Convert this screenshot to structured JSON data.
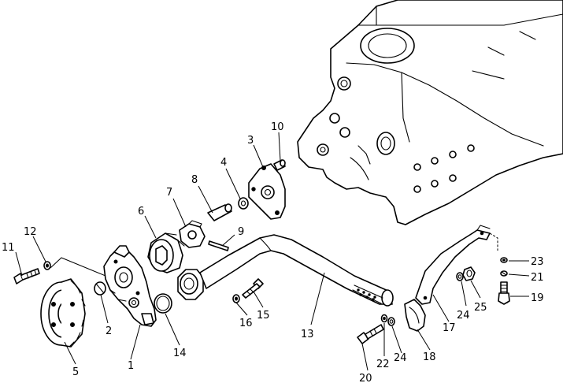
{
  "diagram": {
    "callouts": [
      {
        "id": "c1",
        "label": "1"
      },
      {
        "id": "c2",
        "label": "2"
      },
      {
        "id": "c3",
        "label": "3"
      },
      {
        "id": "c4",
        "label": "4"
      },
      {
        "id": "c5",
        "label": "5"
      },
      {
        "id": "c6",
        "label": "6"
      },
      {
        "id": "c7",
        "label": "7"
      },
      {
        "id": "c8",
        "label": "8"
      },
      {
        "id": "c9",
        "label": "9"
      },
      {
        "id": "c10",
        "label": "10"
      },
      {
        "id": "c11",
        "label": "11"
      },
      {
        "id": "c12",
        "label": "12"
      },
      {
        "id": "c13",
        "label": "13"
      },
      {
        "id": "c14",
        "label": "14"
      },
      {
        "id": "c15",
        "label": "15"
      },
      {
        "id": "c16",
        "label": "16"
      },
      {
        "id": "c17",
        "label": "17"
      },
      {
        "id": "c18",
        "label": "18"
      },
      {
        "id": "c19",
        "label": "19"
      },
      {
        "id": "c20",
        "label": "20"
      },
      {
        "id": "c21",
        "label": "21"
      },
      {
        "id": "c22",
        "label": "22"
      },
      {
        "id": "c23",
        "label": "23"
      },
      {
        "id": "c24a",
        "label": "24"
      },
      {
        "id": "c24b",
        "label": "24"
      },
      {
        "id": "c25",
        "label": "25"
      }
    ]
  }
}
